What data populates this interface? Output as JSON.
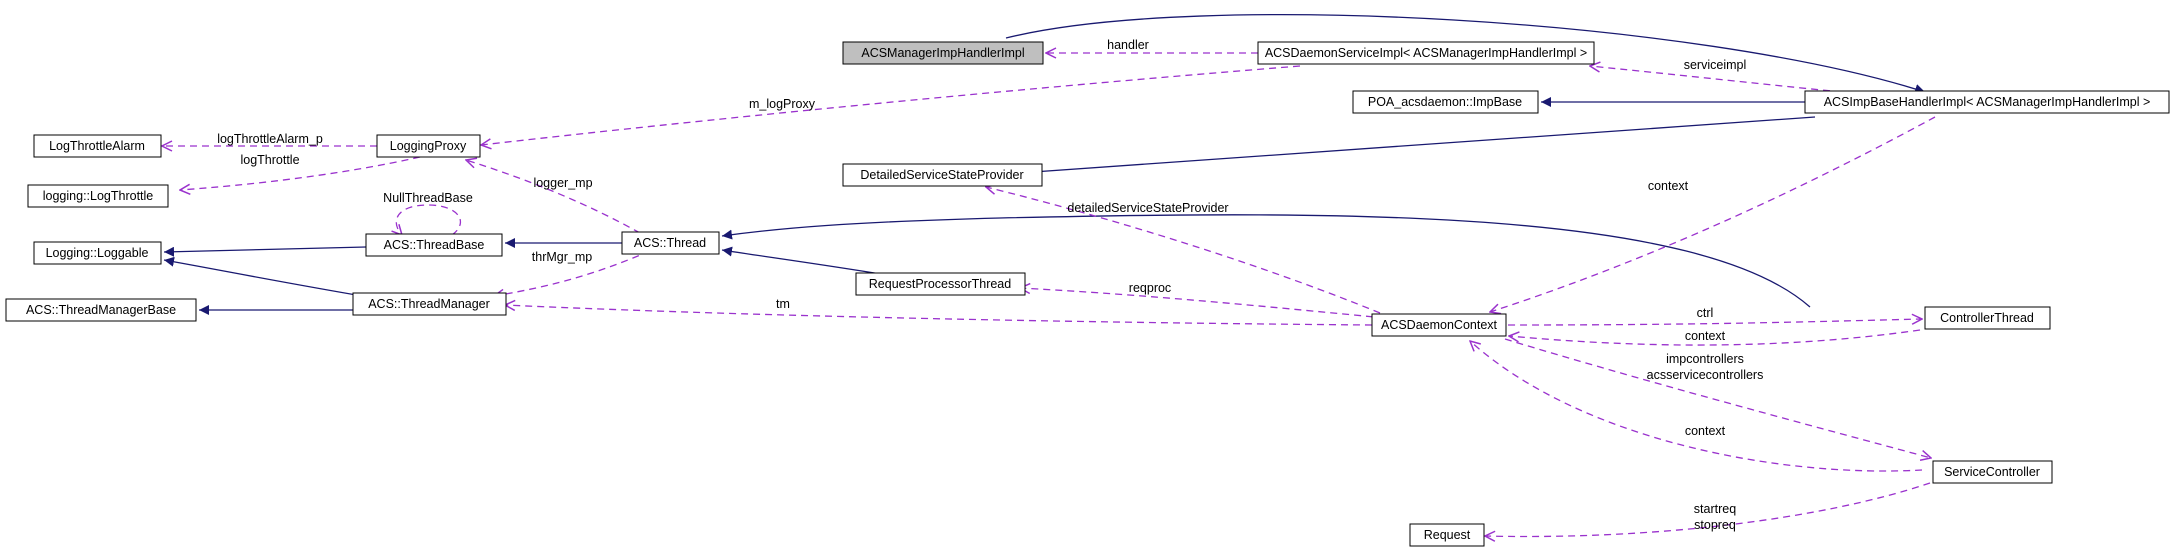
{
  "colors": {
    "inheritance": "#191970",
    "usage": "#9a32cd",
    "focus_fill": "#bfbfbf"
  },
  "nodes": {
    "acs_manager_imp_handler_impl": "ACSManagerImpHandlerImpl",
    "acs_daemon_service_impl": "ACSDaemonServiceImpl< ACSManagerImpHandlerImpl >",
    "poa_acsdaemon_imp_base": "POA_acsdaemon::ImpBase",
    "acs_imp_base_handler_impl": "ACSImpBaseHandlerImpl< ACSManagerImpHandlerImpl >",
    "log_throttle_alarm": "LogThrottleAlarm",
    "logging_proxy": "LoggingProxy",
    "logging_log_throttle": "logging::LogThrottle",
    "detailed_service_state_provider": "DetailedServiceStateProvider",
    "logging_loggable": "Logging::Loggable",
    "acs_thread_base": "ACS::ThreadBase",
    "acs_thread": "ACS::Thread",
    "request_processor_thread": "RequestProcessorThread",
    "acs_thread_manager_base": "ACS::ThreadManagerBase",
    "acs_thread_manager": "ACS::ThreadManager",
    "acs_daemon_context": "ACSDaemonContext",
    "controller_thread": "ControllerThread",
    "service_controller": "ServiceController",
    "request": "Request"
  },
  "edge_labels": {
    "handler": "handler",
    "serviceimpl": "serviceimpl",
    "m_log_proxy": "m_logProxy",
    "log_throttle_alarm_p": "logThrottleAlarm_p",
    "log_throttle": "logThrottle",
    "logger_mp": "logger_mp",
    "null_thread_base": "NullThreadBase",
    "detailed_service_state_provider": "detailedServiceStateProvider",
    "context_upper": "context",
    "thr_mgr_mp": "thrMgr_mp",
    "reqproc": "reqproc",
    "tm": "tm",
    "ctrl": "ctrl",
    "context_ctrl": "context",
    "impcontrollers": "impcontrollers",
    "acsservicecontrollers": "acsservicecontrollers",
    "context_service": "context",
    "startreq": "startreq",
    "stopreq": "stopreq"
  }
}
